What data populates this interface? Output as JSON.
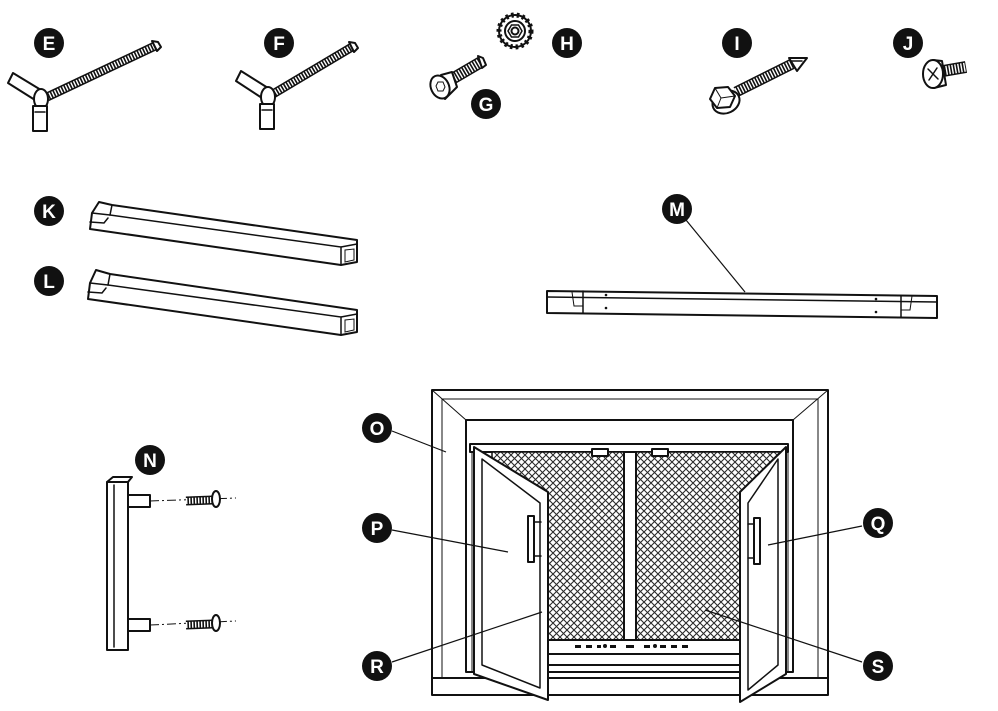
{
  "labels": {
    "E": "E",
    "F": "F",
    "G": "G",
    "H": "H",
    "I": "I",
    "J": "J",
    "K": "K",
    "L": "L",
    "M": "M",
    "N": "N",
    "O": "O",
    "P": "P",
    "Q": "Q",
    "R": "R",
    "S": "S"
  },
  "colors": {
    "ink": "#111111",
    "background": "#ffffff",
    "badge_text": "#ffffff"
  }
}
